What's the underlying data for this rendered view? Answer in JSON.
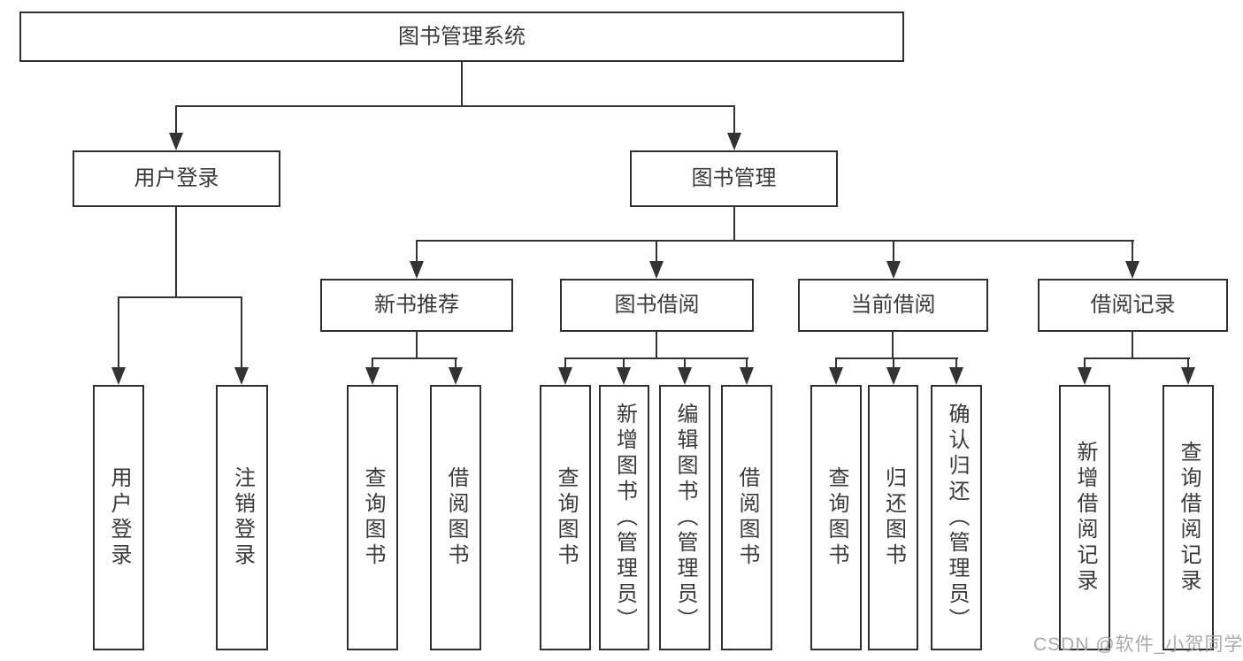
{
  "nodes": {
    "root": "图书管理系统",
    "user_login": "用户登录",
    "book_mgmt": "图书管理",
    "new_book_rec": "新书推荐",
    "book_borrow": "图书借阅",
    "current_borrow": "当前借阅",
    "borrow_record": "借阅记录",
    "leaf_user_login": "用户登录",
    "leaf_logout": "注销登录",
    "leaf_nbr_query": "查询图书",
    "leaf_nbr_borrow": "借阅图书",
    "leaf_bb_query": "查询图书",
    "leaf_bb_add": "新增图书（管理员）",
    "leaf_bb_edit": "编辑图书（管理员）",
    "leaf_bb_borrow": "借阅图书",
    "leaf_cb_query": "查询图书",
    "leaf_cb_return": "归还图书",
    "leaf_cb_confirm": "确认归还（管理员）",
    "leaf_br_add": "新增借阅记录",
    "leaf_br_query": "查询借阅记录"
  },
  "watermark": "CSDN @软件_小贺同学",
  "colors": {
    "line": "#333333",
    "border": "#2f2f2f",
    "text": "#3a3a3a",
    "watermark": "#a4a4a4"
  }
}
